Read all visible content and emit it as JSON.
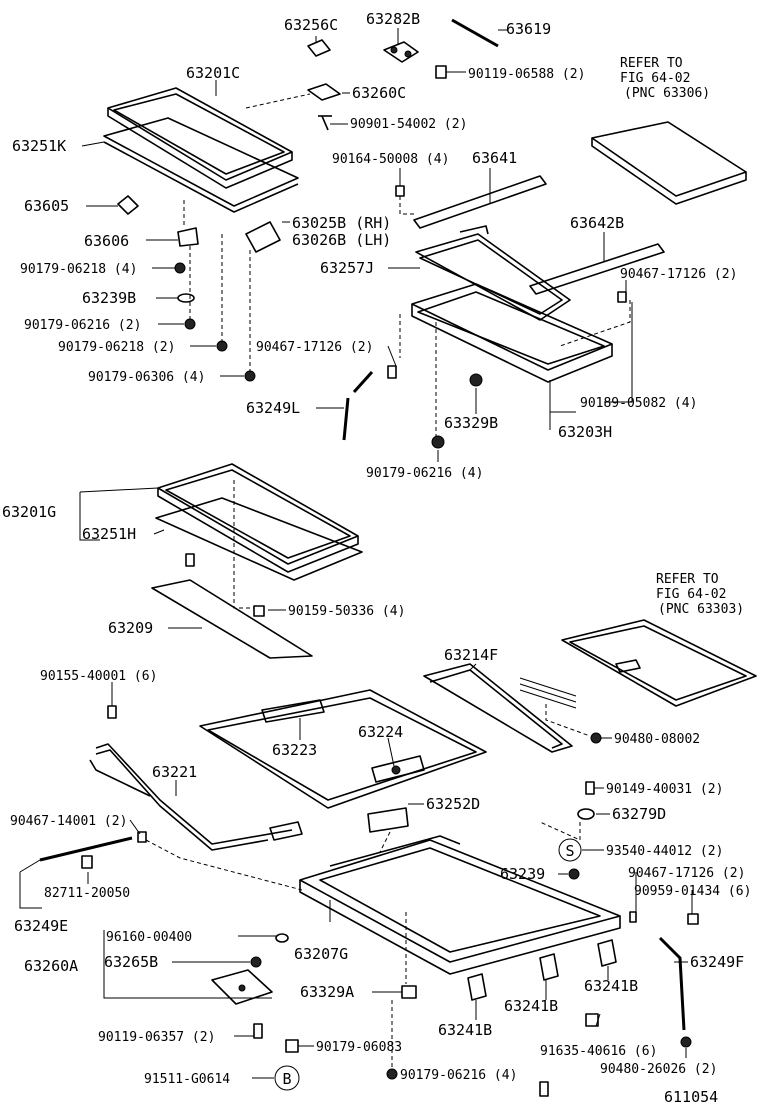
{
  "figure_number": "611054",
  "circle_marks": {
    "s": "S",
    "b": "B"
  },
  "refs": {
    "top": {
      "line1": "REFER TO",
      "line2": "FIG 64-02",
      "line3": "(PNC 63306)"
    },
    "mid": {
      "line1": "REFER TO",
      "line2": "FIG 64-02",
      "line3": "(PNC 63303)"
    }
  },
  "labels": {
    "p63256C": "63256C",
    "p63282B": "63282B",
    "p63619": "63619",
    "p63201C": "63201C",
    "p90119_06588": "90119-06588 (2)",
    "p63260C": "63260C",
    "p63251K": "63251K",
    "p90901_54002": "90901-54002 (2)",
    "p90164_50008": "90164-50008 (4)",
    "p63641": "63641",
    "p63605": "63605",
    "p63025B": "63025B (RH)",
    "p63026B": "63026B (LH)",
    "p63606": "63606",
    "p63642B": "63642B",
    "p90179_06218a": "90179-06218 (4)",
    "p63257J": "63257J",
    "p90467_17126a": "90467-17126 (2)",
    "p63239Ba": "63239B",
    "p90179_06216a": "90179-06216 (2)",
    "p90179_06218b": "90179-06218 (2)",
    "p90467_17126b": "90467-17126 (2)",
    "p90179_06306": "90179-06306 (4)",
    "p63249L": "63249L",
    "p90189_05082": "90189-05082 (4)",
    "p63329B": "63329B",
    "p63203H": "63203H",
    "p90179_06216b": "90179-06216 (4)",
    "p63201G": "63201G",
    "p63251H": "63251H",
    "p90159_50336": "90159-50336 (4)",
    "p63209": "63209",
    "p63214F": "63214F",
    "p90155_40001": "90155-40001 (6)",
    "p63223": "63223",
    "p63224": "63224",
    "p90480_08002": "90480-08002",
    "p63221": "63221",
    "p90149_40031": "90149-40031 (2)",
    "p63252D": "63252D",
    "p63279D": "63279D",
    "p90467_14001": "90467-14001 (2)",
    "p93540_44012": "93540-44012 (2)",
    "p63239": "63239",
    "p90467_17126c": "90467-17126 (2)",
    "p90959_01434": "90959-01434 (6)",
    "p82711_20050": "82711-20050",
    "p63249E": "63249E",
    "p96160_00400": "96160-00400",
    "p63207G": "63207G",
    "p63260A": "63260A",
    "p63265B": "63265B",
    "p63249F": "63249F",
    "p63329A": "63329A",
    "p63241Ba": "63241B",
    "p63241Bb": "63241B",
    "p63241Bc": "63241B",
    "p90119_06357": "90119-06357 (2)",
    "p90179_06083": "90179-06083",
    "p91635_40616": "91635-40616 (6)",
    "p91511_G0614": "91511-G0614",
    "p90179_06216c": "90179-06216 (4)",
    "p90480_26026": "90480-26026 (2)"
  }
}
